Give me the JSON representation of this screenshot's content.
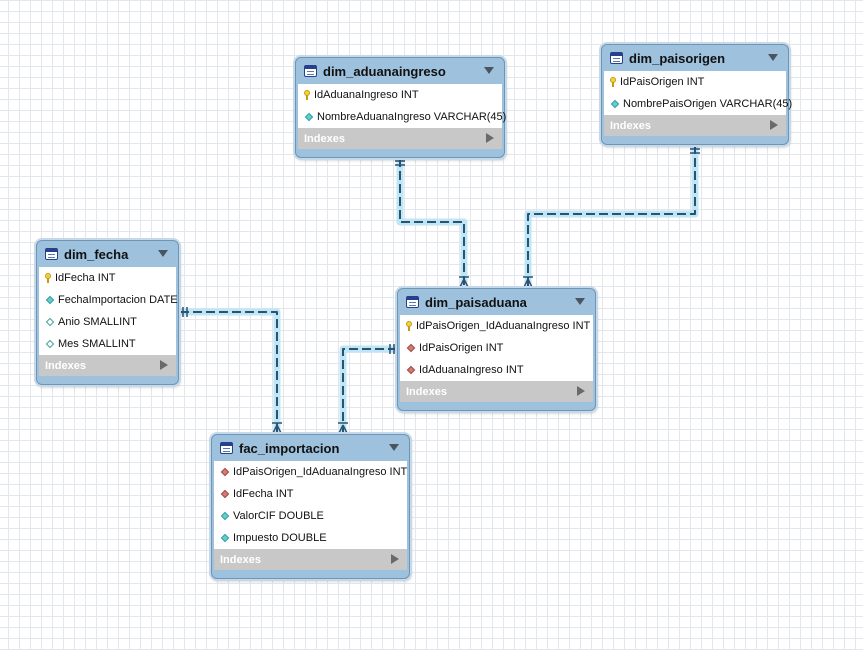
{
  "entities": {
    "dim_aduanaingreso": {
      "name": "dim_aduanaingreso",
      "columns": [
        {
          "text": "IdAduanaIngreso INT",
          "icon": "primary-key-icon"
        },
        {
          "text": "NombreAduanaIngreso VARCHAR(45)",
          "icon": "not-null-column-icon"
        }
      ],
      "indexes_label": "Indexes"
    },
    "dim_paisorigen": {
      "name": "dim_paisorigen",
      "columns": [
        {
          "text": "IdPaisOrigen INT",
          "icon": "primary-key-icon"
        },
        {
          "text": "NombrePaisOrigen VARCHAR(45)",
          "icon": "not-null-column-icon"
        }
      ],
      "indexes_label": "Indexes"
    },
    "dim_fecha": {
      "name": "dim_fecha",
      "columns": [
        {
          "text": "IdFecha INT",
          "icon": "primary-key-icon"
        },
        {
          "text": "FechaImportacion DATE",
          "icon": "not-null-column-icon"
        },
        {
          "text": "Anio SMALLINT",
          "icon": "nullable-column-icon"
        },
        {
          "text": "Mes SMALLINT",
          "icon": "nullable-column-icon"
        }
      ],
      "indexes_label": "Indexes"
    },
    "dim_paisaduana": {
      "name": "dim_paisaduana",
      "columns": [
        {
          "text": "IdPaisOrigen_IdAduanaIngreso INT",
          "icon": "primary-key-icon"
        },
        {
          "text": "IdPaisOrigen INT",
          "icon": "foreign-key-icon"
        },
        {
          "text": "IdAduanaIngreso INT",
          "icon": "foreign-key-icon"
        }
      ],
      "indexes_label": "Indexes"
    },
    "fac_importacion": {
      "name": "fac_importacion",
      "columns": [
        {
          "text": "IdPaisOrigen_IdAduanaIngreso INT",
          "icon": "foreign-key-icon"
        },
        {
          "text": "IdFecha INT",
          "icon": "foreign-key-icon"
        },
        {
          "text": "ValorCIF DOUBLE",
          "icon": "not-null-column-icon"
        },
        {
          "text": "Impuesto DOUBLE",
          "icon": "not-null-column-icon"
        }
      ],
      "indexes_label": "Indexes"
    }
  },
  "relationships": [
    {
      "from": "dim_aduanaingreso",
      "to": "dim_paisaduana",
      "cardinality": "one-to-many"
    },
    {
      "from": "dim_paisorigen",
      "to": "dim_paisaduana",
      "cardinality": "one-to-many"
    },
    {
      "from": "dim_fecha",
      "to": "fac_importacion",
      "cardinality": "one-to-many"
    },
    {
      "from": "dim_paisaduana",
      "to": "fac_importacion",
      "cardinality": "one-to-many"
    }
  ],
  "colors": {
    "entity_header": "#9ec1dd",
    "indexes_bar": "#c8c8c8",
    "connector_line": "#2a5273",
    "connector_glow": "#bfe6f4",
    "grid": "#e3e7ed"
  }
}
